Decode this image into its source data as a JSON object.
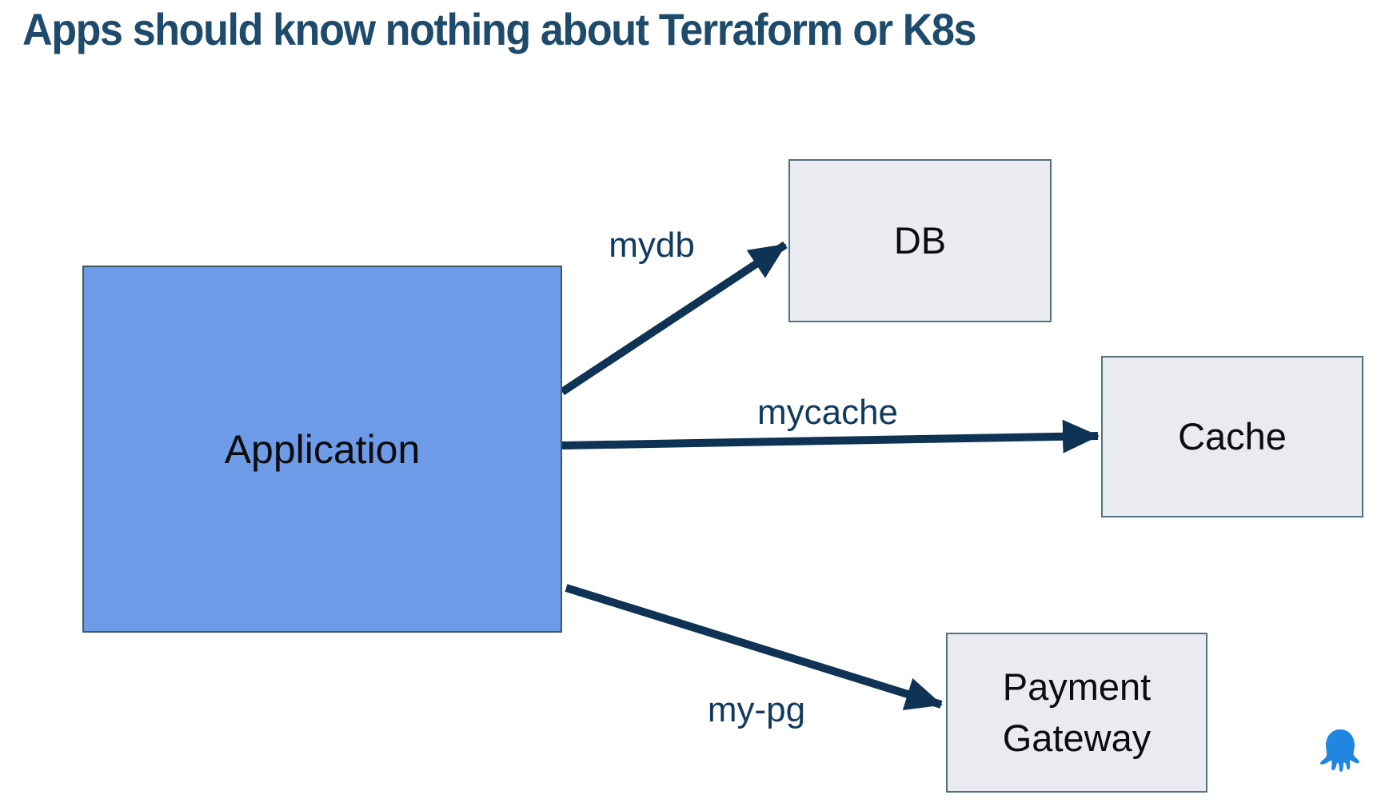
{
  "title": "Apps should know nothing about Terraform or K8s",
  "nodes": {
    "application": {
      "label": "Application"
    },
    "db": {
      "label": "DB"
    },
    "cache": {
      "label": "Cache"
    },
    "payment_gateway": {
      "label": "Payment Gateway"
    }
  },
  "edges": [
    {
      "from": "application",
      "to": "db",
      "label": "mydb"
    },
    {
      "from": "application",
      "to": "cache",
      "label": "mycache"
    },
    {
      "from": "application",
      "to": "payment_gateway",
      "label": "my-pg"
    }
  ],
  "logo": {
    "name": "octopus-deploy-logo"
  },
  "colors": {
    "title_text": "#1e4a6b",
    "application_fill": "#6d9be8",
    "application_border": "#3d5a63",
    "target_node_fill": "#e9ebf1",
    "target_node_border": "#54707f",
    "arrow": "#0e3354",
    "edge_label_text": "#123a5e",
    "node_label_text": "#0c0c0c",
    "octopus_blue": "#2086df"
  }
}
